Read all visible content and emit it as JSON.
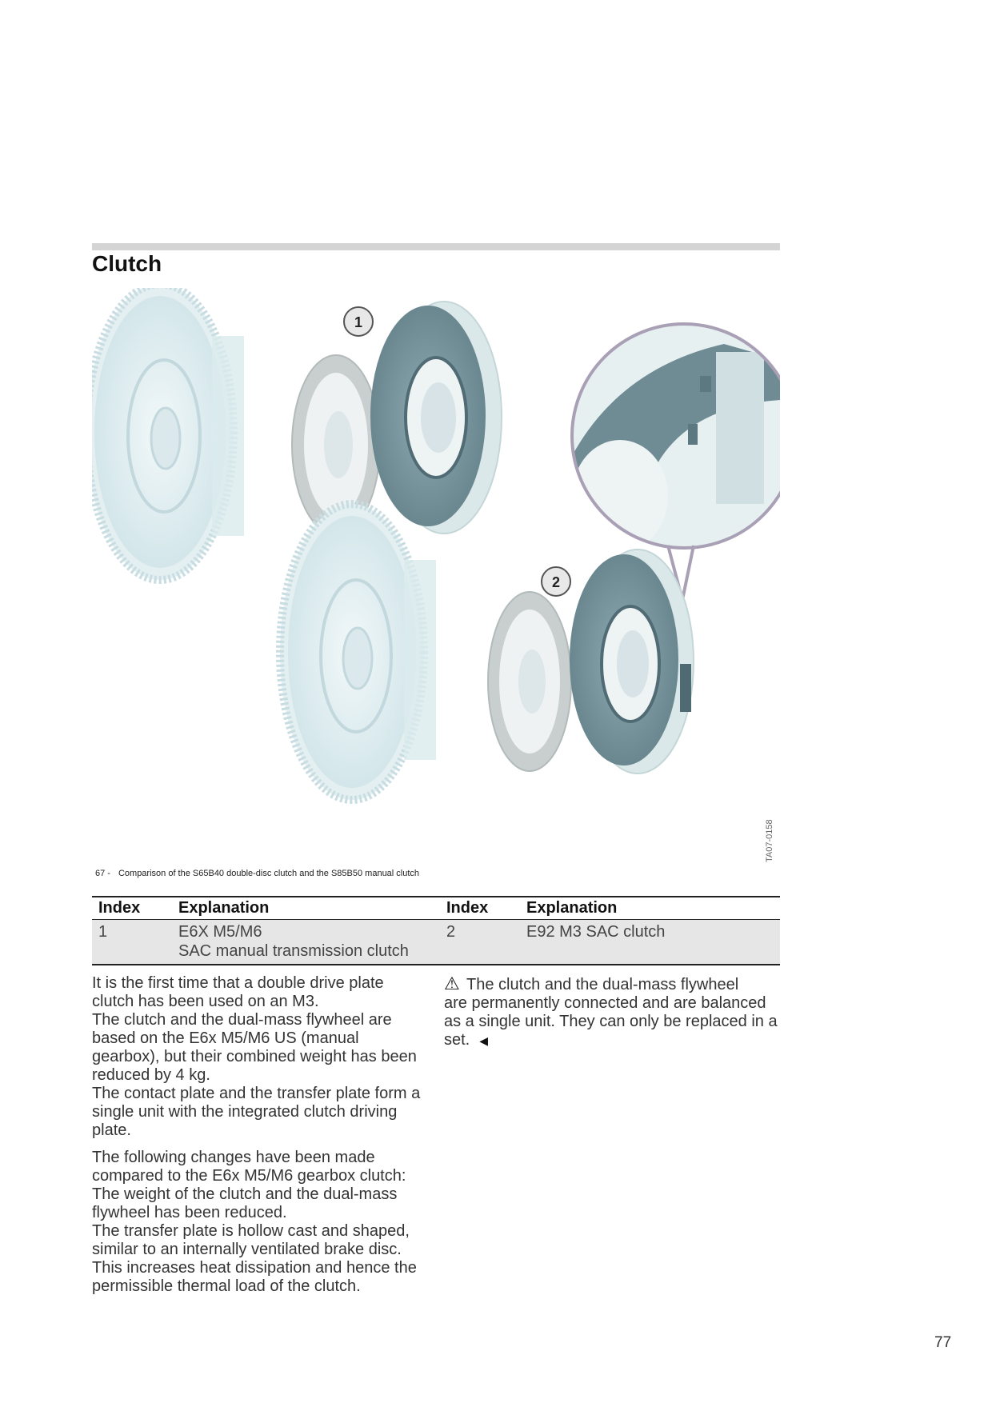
{
  "section": {
    "title": "Clutch"
  },
  "figure": {
    "callouts": [
      "1",
      "2"
    ],
    "code": "TA07-0158",
    "caption_number": "67 -",
    "caption_text": "Comparison of the S65B40 double-disc clutch and the S85B50 manual clutch"
  },
  "table": {
    "headers": [
      "Index",
      "Explanation",
      "Index",
      "Explanation"
    ],
    "row": {
      "index1": "1",
      "explanation1_line1": "E6X M5/M6",
      "explanation1_line2": "SAC manual transmission clutch",
      "index2": "2",
      "explanation2": "E92 M3 SAC clutch"
    }
  },
  "body_left": {
    "p1_lines": [
      "It is the first time that a double drive plate",
      "clutch has been used on an M3.",
      "The clutch and the dual-mass flywheel are",
      "based on the E6x M5/M6 US (manual",
      "gearbox), but their combined weight has been",
      "reduced by 4 kg.",
      "The contact plate and the transfer plate form a",
      "single unit with the integrated clutch driving",
      "plate."
    ],
    "p2_lines": [
      "The following changes have been made",
      "compared to the E6x M5/M6 gearbox clutch:",
      "The weight of the clutch and the dual-mass",
      "flywheel has been reduced.",
      "The transfer plate is hollow cast and shaped,",
      "similar to an internally ventilated brake disc.",
      "This increases heat dissipation and hence the",
      "permissible thermal load of the clutch."
    ]
  },
  "body_right": {
    "warning_icon": "warning-triangle-icon",
    "lines": [
      "The clutch and the dual-mass flywheel",
      "are permanently connected and are balanced",
      "as a single unit. They can only be replaced in a",
      "set."
    ],
    "end_mark": "◀"
  },
  "page_number": "77"
}
